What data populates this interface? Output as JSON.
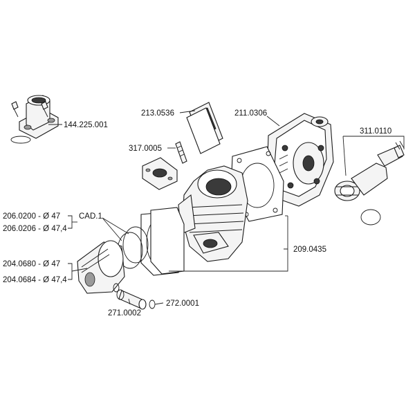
{
  "labels": {
    "intake_manifold": "144.225.001",
    "reed_valve": "213.0536",
    "reed_screw": "317.0005",
    "head": "211.0306",
    "water_fitting": "311.0110",
    "ring_47": "206.0200 - Ø 47",
    "ring_474": "206.0206 - Ø 47,4",
    "ring_cad": "CAD.1",
    "piston_47": "204.0680 - Ø 47",
    "piston_474": "204.0684 - Ø 47,4",
    "gaskets": "209.0435",
    "pin": "271.0002",
    "clip": "272.0001"
  }
}
